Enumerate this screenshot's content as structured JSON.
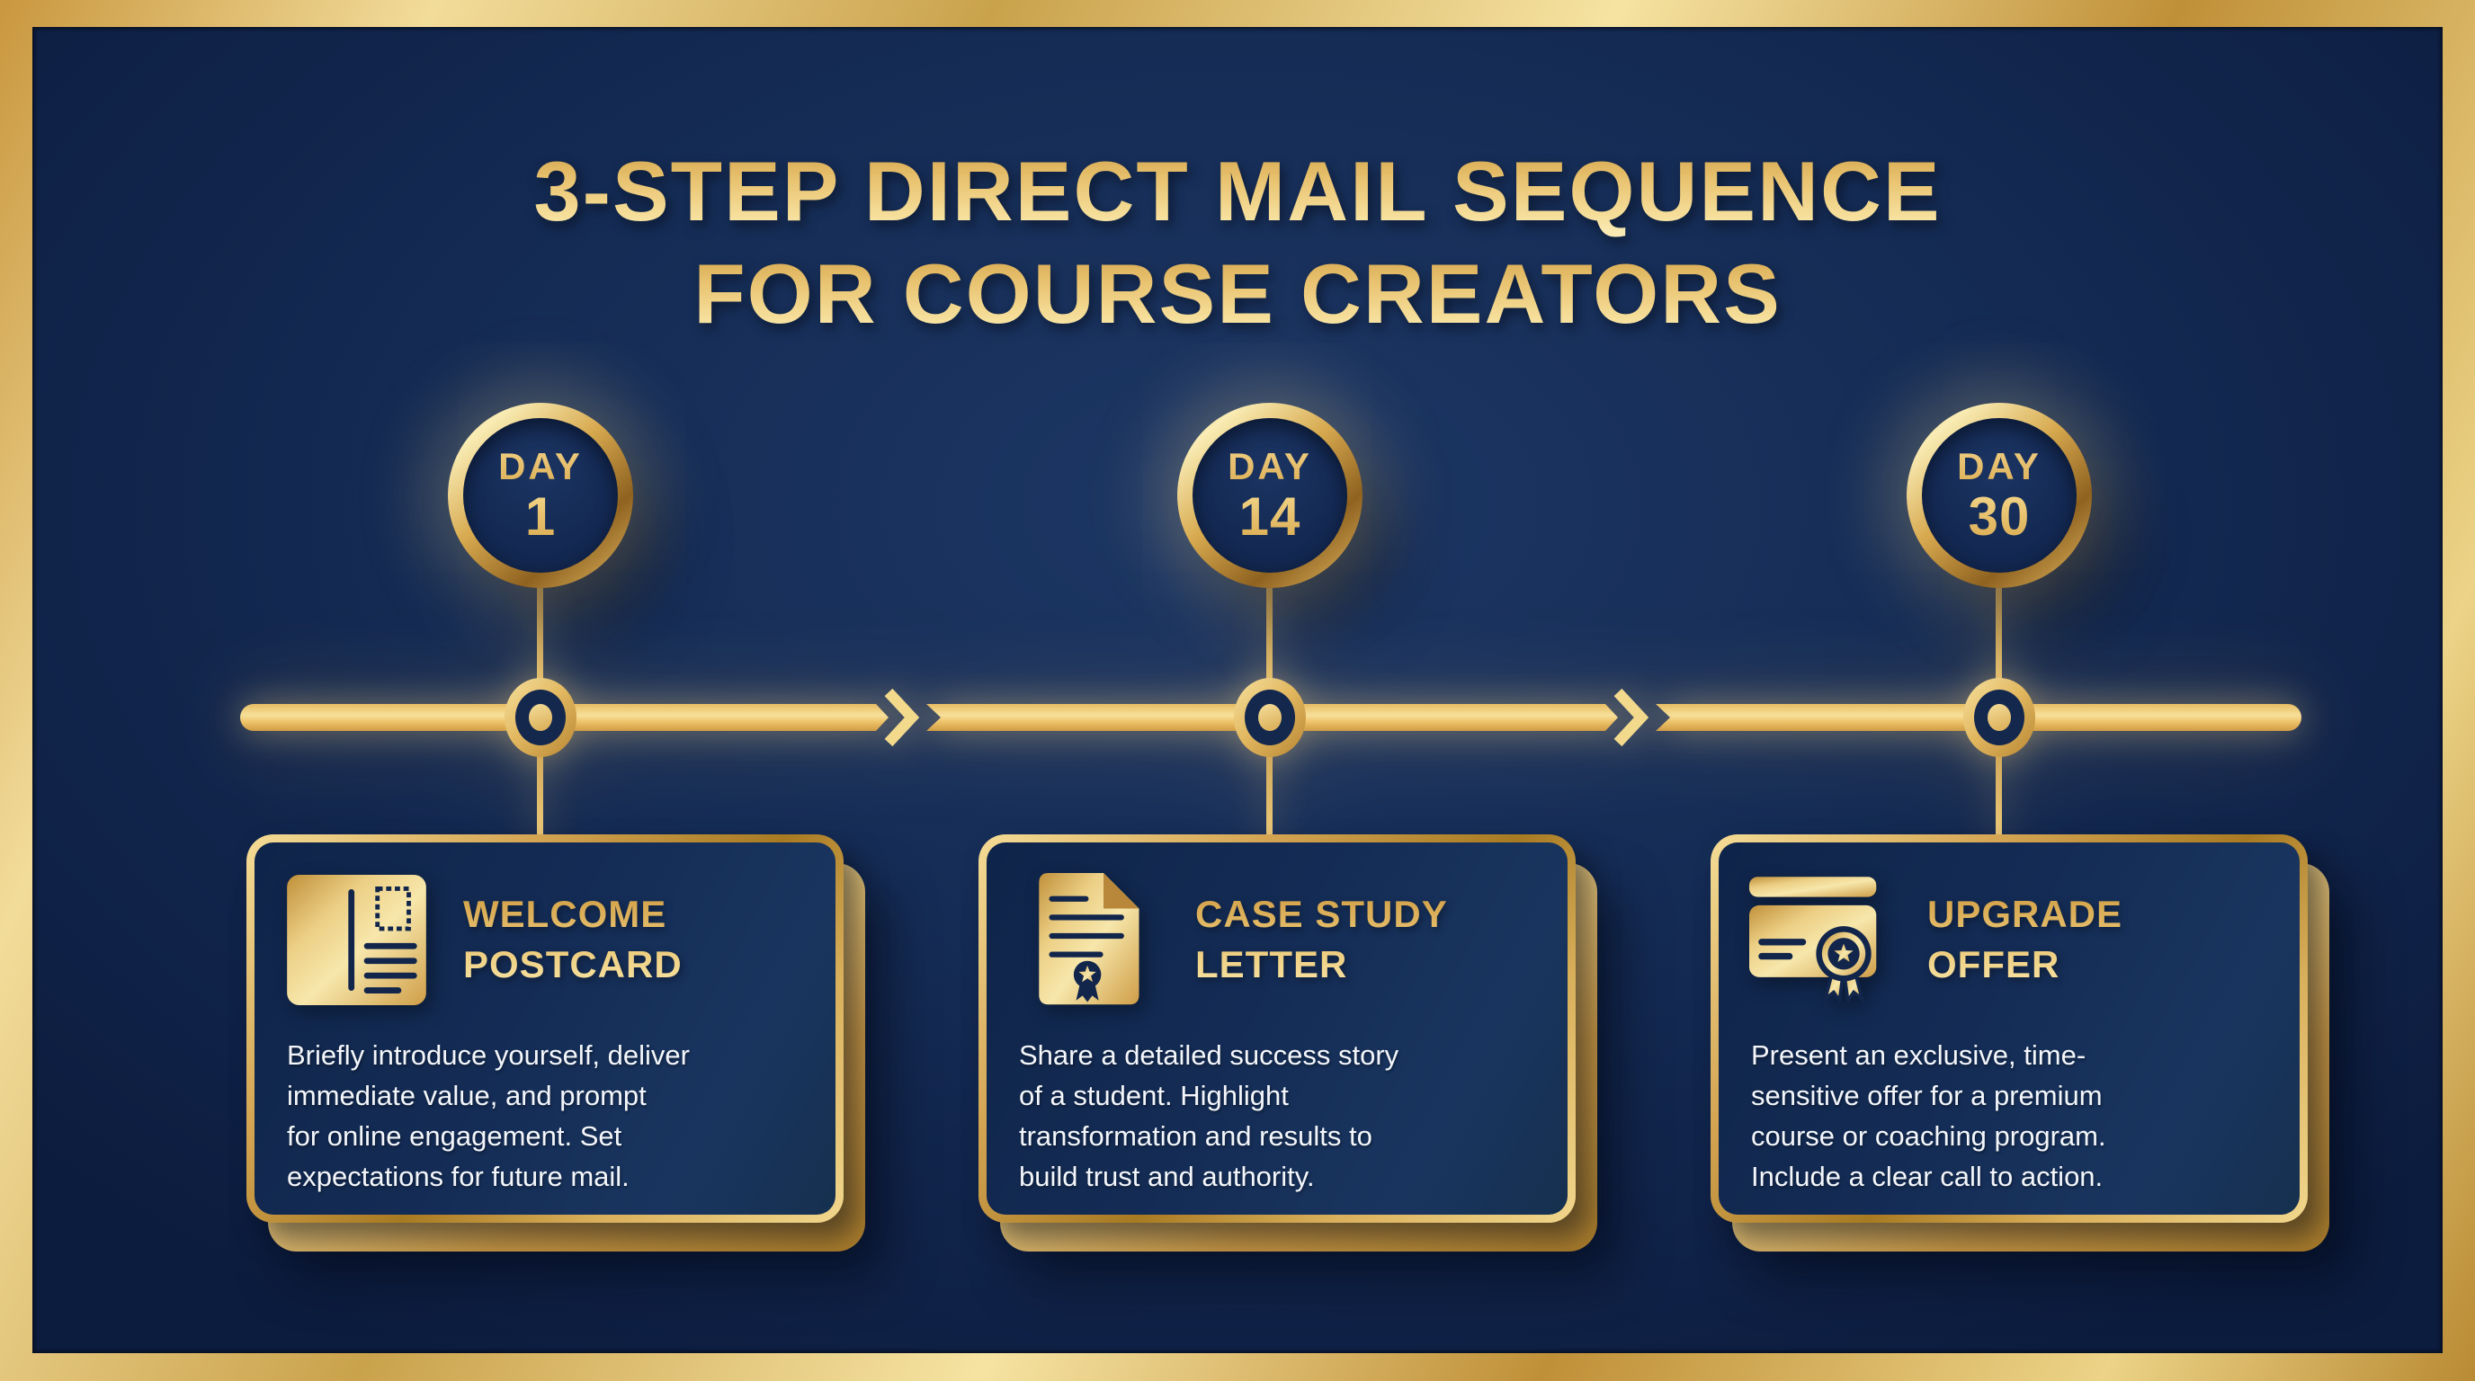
{
  "title": {
    "line1": "3-STEP DIRECT MAIL SEQUENCE",
    "line2": "FOR COURSE CREATORS"
  },
  "timeline": {
    "milestones": [
      {
        "label": "DAY",
        "number": "1"
      },
      {
        "label": "DAY",
        "number": "14"
      },
      {
        "label": "DAY",
        "number": "30"
      }
    ]
  },
  "cards": [
    {
      "icon": "postcard-icon",
      "title": "WELCOME\nPOSTCARD",
      "body": "Briefly introduce yourself, deliver\nimmediate value, and prompt\nfor online engagement. Set\nexpectations for future mail."
    },
    {
      "icon": "case-study-letter-icon",
      "title": "CASE STUDY\nLETTER",
      "body": "Share a detailed success story\nof a student. Highlight\ntransformation and results to\nbuild trust and authority."
    },
    {
      "icon": "upgrade-offer-icon",
      "title": "UPGRADE\nOFFER",
      "body": "Present an exclusive, time-\nsensitive offer for a premium\ncourse or coaching program.\nInclude a clear call to action."
    }
  ],
  "colors": {
    "gold": "#e9c06a",
    "gold_light": "#f7e3a1",
    "gold_dark": "#b9893a",
    "navy_background": "#14284e",
    "navy_card": "#122a52",
    "icon_detail_navy": "#12264c",
    "body_text": "#f3f6fa"
  }
}
